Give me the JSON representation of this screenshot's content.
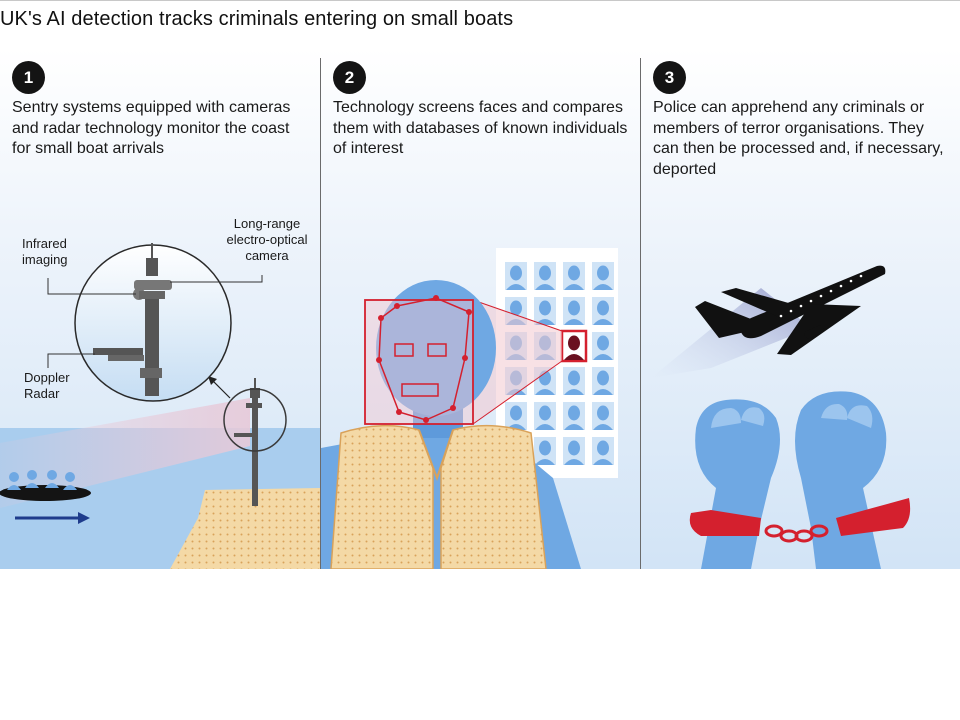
{
  "header": {
    "title": "UK's AI detection tracks criminals entering on small boats"
  },
  "steps": [
    {
      "number": "1",
      "text": "Sentry systems equipped with cameras and radar technology monitor the coast for small boat arrivals",
      "labels": {
        "infrared": "Infrared imaging",
        "camera": "Long-range electro-optical camera",
        "radar": "Doppler Radar"
      }
    },
    {
      "number": "2",
      "text": "Technology screens faces and compares them with databases of known individuals of interest"
    },
    {
      "number": "3",
      "text": "Police can apprehend any criminals or members of terror organisations. They can then be processed and, if necessary, deported"
    }
  ],
  "colors": {
    "accent_red": "#d4202e",
    "figure_blue": "#6fa8e3",
    "sand": "#f4d9a6",
    "dark": "#141414"
  }
}
